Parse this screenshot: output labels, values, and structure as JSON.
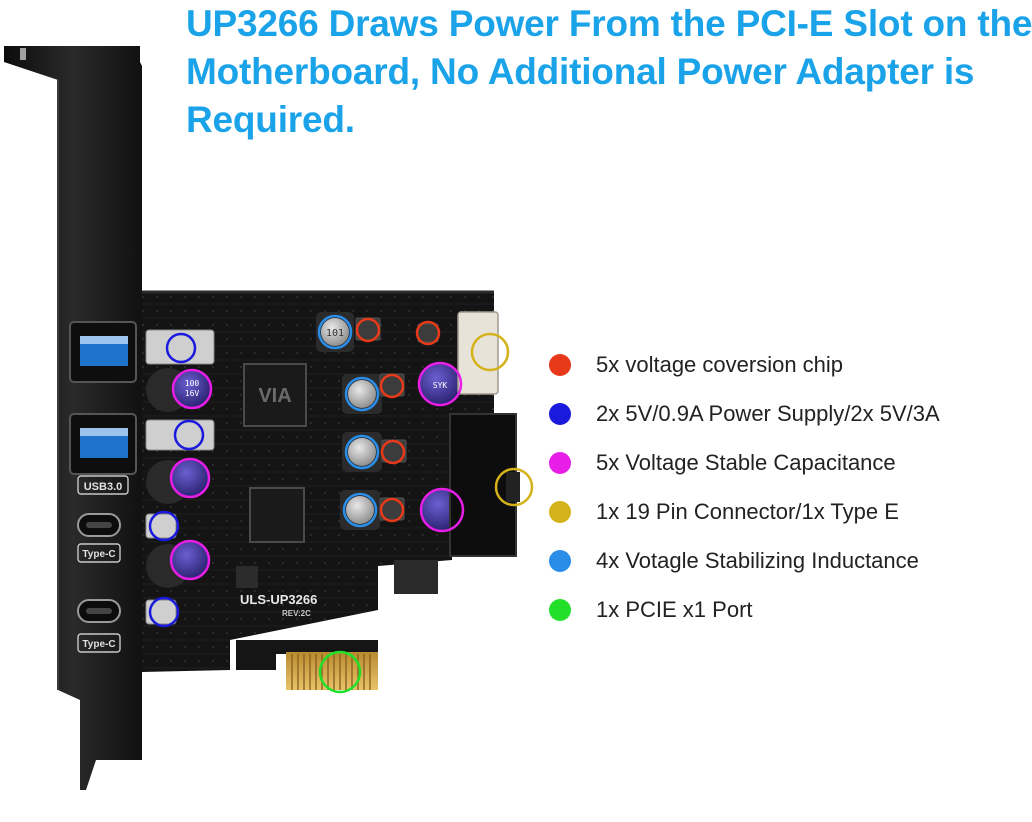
{
  "headline": {
    "line1": "UP3266 Draws Power From the PCI-E Slot on the",
    "line2": "Motherboard, No Additional Power Adapter is",
    "line3": "Required."
  },
  "board": {
    "model": "ULS-UP3266",
    "rev": "REV:2C",
    "bracket_label_usb": "USB3.0",
    "bracket_label_typec_1": "Type-C",
    "bracket_label_typec_2": "Type-C",
    "inductor_label": "101",
    "cap_label_1": "100",
    "cap_label_2": "16V",
    "cap_label_3": "SYK",
    "logo_text": "VIA"
  },
  "legend": {
    "items": [
      {
        "label": "5x voltage coversion chip",
        "color": "#e8391a"
      },
      {
        "label": "2x 5V/0.9A Power Supply/2x 5V/3A",
        "color": "#1a1adc"
      },
      {
        "label": "5x Voltage Stable Capacitance",
        "color": "#e61ee6"
      },
      {
        "label": "1x 19 Pin Connector/1x Type E",
        "color": "#d4b21a"
      },
      {
        "label": "4x Votagle Stabilizing Inductance",
        "color": "#2a8de8"
      },
      {
        "label": "1x PCIE x1 Port",
        "color": "#22e02a"
      }
    ]
  },
  "colors": {
    "headline": "#1aa3e8",
    "pcb": "#151515",
    "bracket": "#1c1c1c",
    "gold_finger": "#d4a94a"
  }
}
